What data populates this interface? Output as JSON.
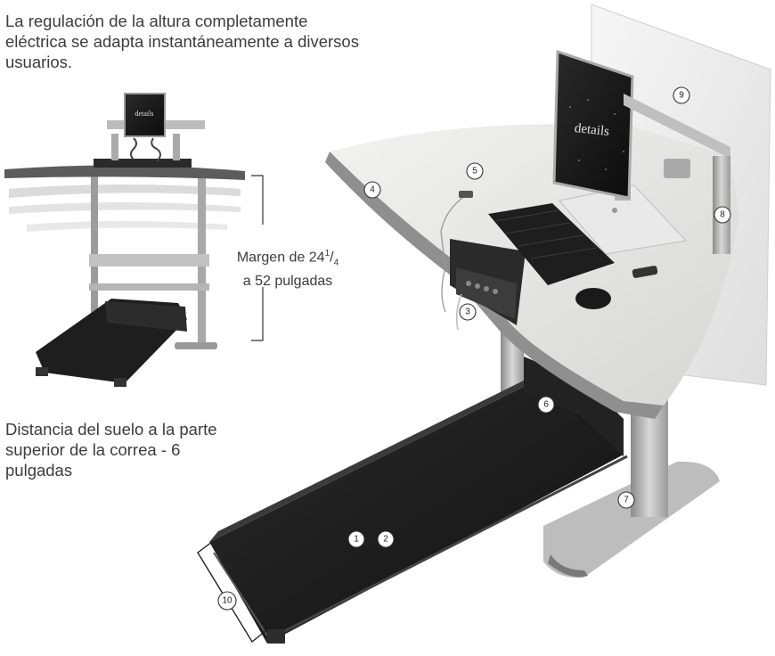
{
  "captions": {
    "height_adjust": "La regulación de la altura completamente eléctrica se adapta instantáneamente a diversos usuarios.",
    "range_line1_prefix": "Margen de 24",
    "range_frac_num": "1",
    "range_frac_slash": "/",
    "range_frac_den": "4",
    "range_line2": "a 52 pulgadas",
    "floor_distance": "Distancia del suelo a la parte superior de la correa - 6 pulgadas"
  },
  "brand_logo": "details",
  "callouts": [
    "1",
    "2",
    "3",
    "4",
    "5",
    "6",
    "7",
    "8",
    "9",
    "10"
  ],
  "colors": {
    "desk_top": "#e6e6e4",
    "desk_edge": "#8c8c8c",
    "belt": "#1c1c1c",
    "frame": "#b9b9b9",
    "panel": "#efefef"
  }
}
